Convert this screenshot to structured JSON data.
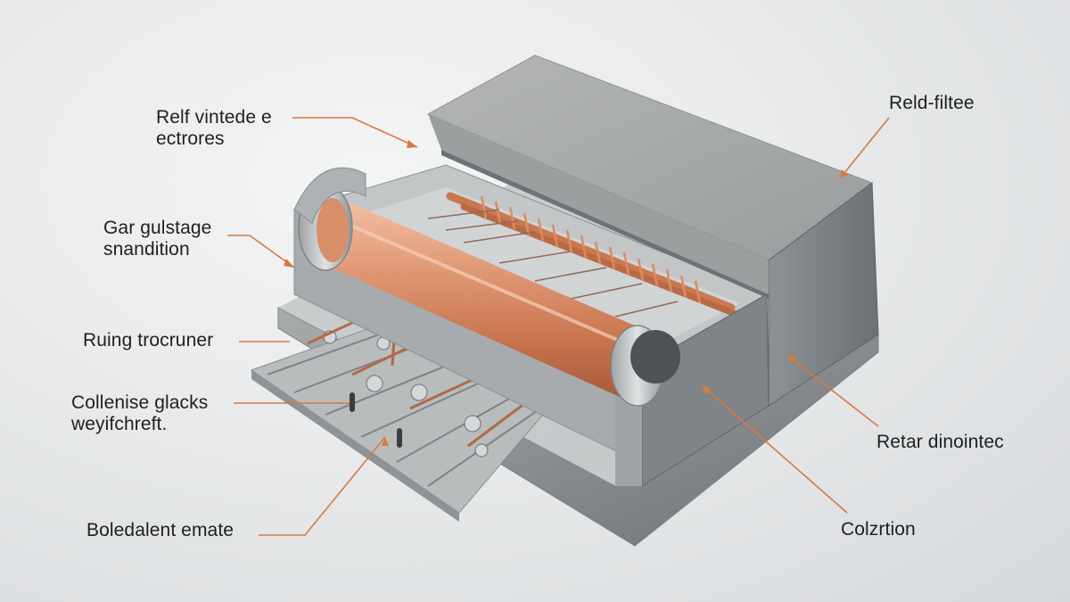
{
  "diagram": {
    "type": "cutaway-illustration",
    "subject": "copper cylinder assembly in concrete-like housing with wiring board",
    "leader_color": "#d9783f",
    "colors": {
      "background": "#e8eaeb",
      "housing": "#a9abab",
      "housing_dark": "#6f7478",
      "copper": "#d88a64",
      "copper_highlight": "#f0b598",
      "metal": "#c8cbcd",
      "text": "#1d1f21"
    },
    "labels": [
      {
        "id": "top-left",
        "lines": [
          "Relf vintede e",
          "ectrores"
        ]
      },
      {
        "id": "left-upper",
        "lines": [
          "Gar gulstage",
          "snandition"
        ]
      },
      {
        "id": "left-middle",
        "lines": [
          "Ruing trocruner"
        ]
      },
      {
        "id": "left-lower",
        "lines": [
          "Collenise glacks",
          "weyifchreft."
        ]
      },
      {
        "id": "bottom-left",
        "lines": [
          "Boledalent emate"
        ]
      },
      {
        "id": "top-right",
        "lines": [
          "Reld-filtee"
        ]
      },
      {
        "id": "right-middle",
        "lines": [
          "Retar dinointec"
        ]
      },
      {
        "id": "bottom-right",
        "lines": [
          "Colzrtion"
        ]
      }
    ]
  }
}
